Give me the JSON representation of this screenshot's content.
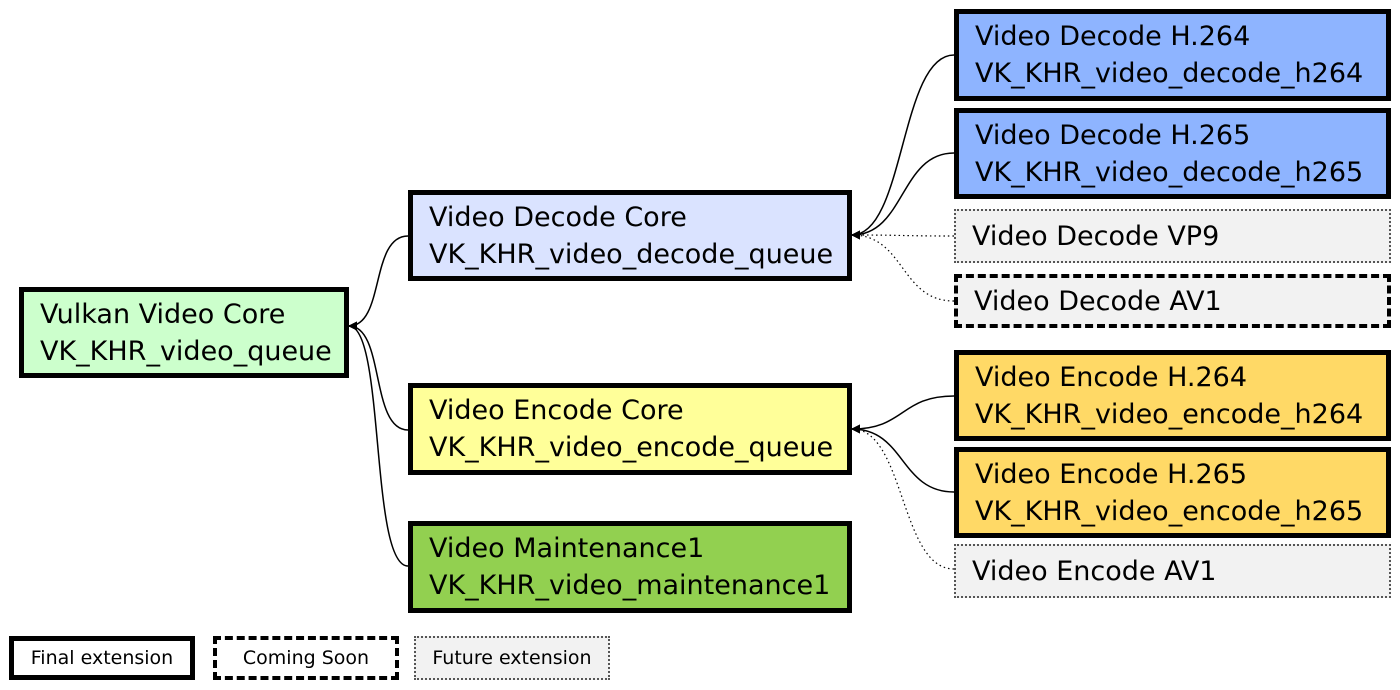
{
  "colors": {
    "vulkan_core": "#ccffcc",
    "decode_core": "#dae3ff",
    "encode_core": "#ffff99",
    "maintenance": "#92d050",
    "decode_codec": "#8eb4ff",
    "encode_codec": "#ffd966",
    "future": "#f2f2f2"
  },
  "nodes": {
    "vulkan_core": {
      "title": "Vulkan Video Core",
      "ext": "VK_KHR_video_queue"
    },
    "decode_core": {
      "title": "Video Decode Core",
      "ext": "VK_KHR_video_decode_queue"
    },
    "encode_core": {
      "title": "Video Encode Core",
      "ext": "VK_KHR_video_encode_queue"
    },
    "maintenance1": {
      "title": "Video Maintenance1",
      "ext": "VK_KHR_video_maintenance1"
    },
    "decode_h264": {
      "title": "Video Decode H.264",
      "ext": "VK_KHR_video_decode_h264"
    },
    "decode_h265": {
      "title": "Video Decode H.265",
      "ext": "VK_KHR_video_decode_h265"
    },
    "decode_vp9": {
      "title": "Video Decode VP9"
    },
    "decode_av1": {
      "title": "Video Decode AV1"
    },
    "encode_h264": {
      "title": "Video Encode H.264",
      "ext": "VK_KHR_video_encode_h264"
    },
    "encode_h265": {
      "title": "Video Encode H.265",
      "ext": "VK_KHR_video_encode_h265"
    },
    "encode_av1": {
      "title": "Video Encode AV1"
    }
  },
  "legend": {
    "final": "Final extension",
    "coming_soon": "Coming Soon",
    "future": "Future extension"
  }
}
